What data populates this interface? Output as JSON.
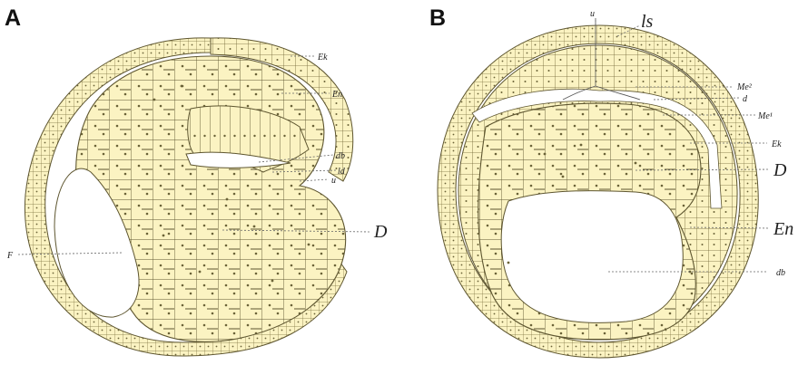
{
  "panels": [
    {
      "letter": "A",
      "labels": {
        "ek": "Ek",
        "en": "En",
        "db": "db",
        "ld": "ld",
        "u": "u",
        "d": "D",
        "f": "F"
      }
    },
    {
      "letter": "B",
      "labels": {
        "u": "u",
        "ls": "ls",
        "me2": "Me²",
        "d_small": "d",
        "me1": "Me¹",
        "ek": "Ek",
        "d": "D",
        "en": "En",
        "db": "db"
      }
    }
  ],
  "colors": {
    "cell_fill": "#fbf3c2",
    "cell_outline": "#5e5630",
    "background": "#ffffff"
  }
}
